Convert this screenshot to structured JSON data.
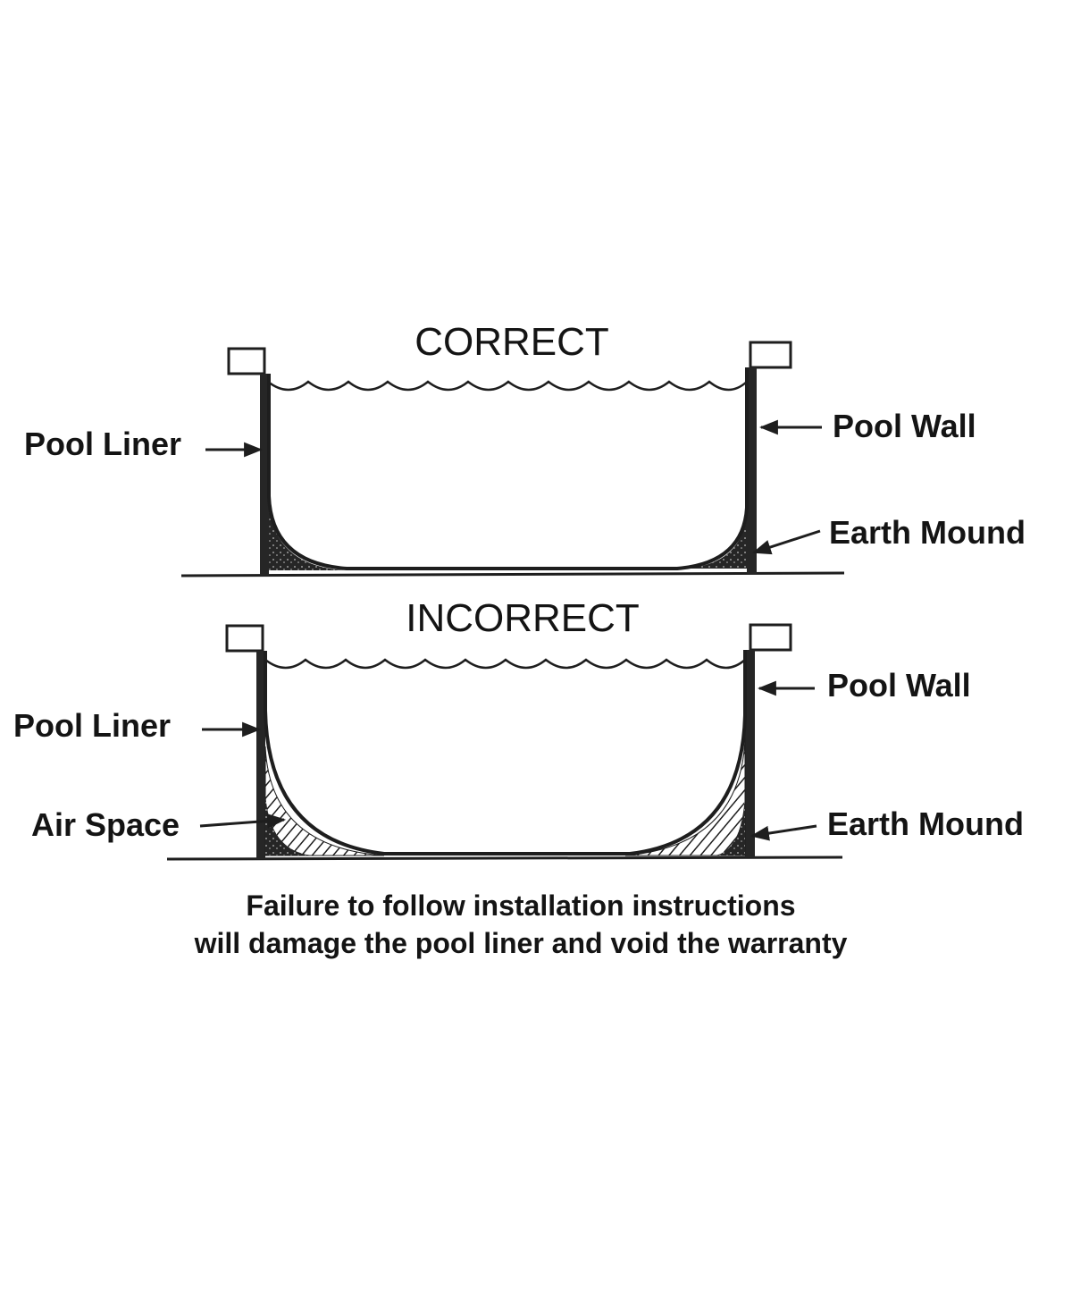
{
  "correct": {
    "title": "CORRECT",
    "pool_liner": "Pool Liner",
    "pool_wall": "Pool Wall",
    "earth_mound": "Earth Mound"
  },
  "incorrect": {
    "title": "INCORRECT",
    "pool_liner": "Pool Liner",
    "air_space": "Air Space",
    "pool_wall": "Pool Wall",
    "earth_mound": "Earth Mound"
  },
  "warning": {
    "line1": "Failure to follow installation instructions",
    "line2": "will damage the pool liner and void the warranty"
  },
  "colors": {
    "ink": "#1e1e1e",
    "fill": "#2a2a2a",
    "background": "#ffffff"
  }
}
